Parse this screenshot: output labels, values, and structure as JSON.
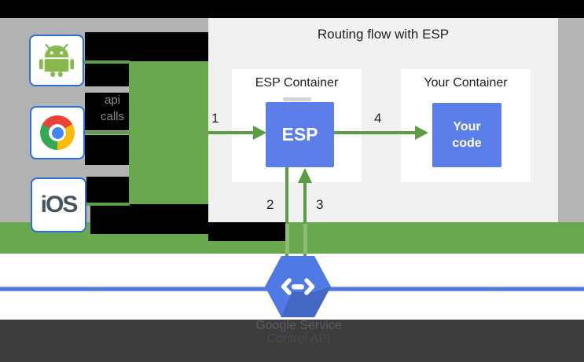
{
  "diagram": {
    "title": "Routing flow with ESP",
    "clients": {
      "android": {
        "icon": "android-robot-icon"
      },
      "chrome": {
        "icon": "chrome-browser-icon"
      },
      "ios": {
        "label": "iOS"
      }
    },
    "api_calls": {
      "line1": "api",
      "line2": "calls"
    },
    "esp_container": {
      "label": "ESP Container",
      "box_label": "ESP"
    },
    "your_container": {
      "label": "Your Container",
      "box_label": "Your code"
    },
    "steps": {
      "s1": "1",
      "s2": "2",
      "s3": "3",
      "s4": "4"
    },
    "service": {
      "icon": "cloud-endpoints-hexagon-icon",
      "line1": "Google Service",
      "line2": "Control API"
    },
    "colors": {
      "green_bar": "#6aa84f",
      "arrow_green": "#5b9e42",
      "box_blue": "#5c7ee8",
      "client_border_blue": "#2a6fdb",
      "network_line_blue": "#4c74e4",
      "hexagon_blue": "#4f79e3",
      "panel_gray": "#f1f1f2",
      "background_gray": "#b2b2b2",
      "bottom_bar_dark": "#3d3d3d",
      "mask_black": "#000000"
    }
  }
}
